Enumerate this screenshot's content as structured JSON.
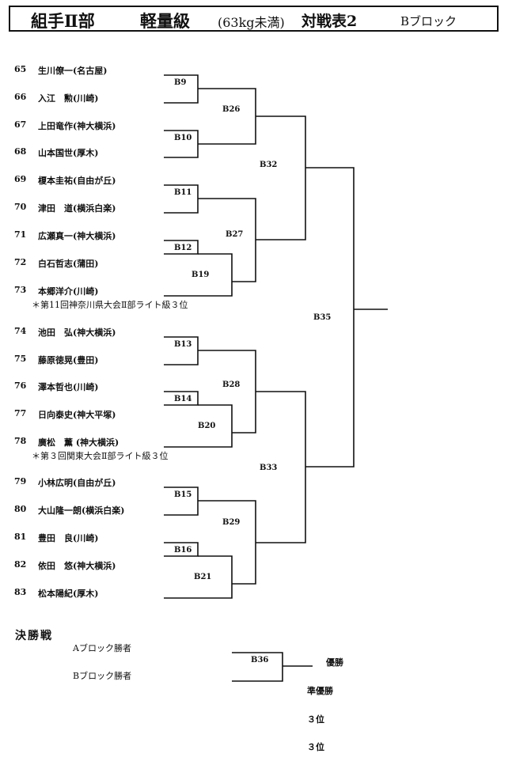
{
  "header": {
    "main": "組手Ⅱ部",
    "weight": "軽量級",
    "limit": "(63kg未満)",
    "table": "対戦表2",
    "block": "Bブロック"
  },
  "players": [
    {
      "num": "65",
      "name": "生川僚一(名古屋)"
    },
    {
      "num": "66",
      "name": "入江　勲(川崎)"
    },
    {
      "num": "67",
      "name": "上田竜作(神大横浜)"
    },
    {
      "num": "68",
      "name": "山本国世(厚木)"
    },
    {
      "num": "69",
      "name": "榎本圭祐(自由が丘)"
    },
    {
      "num": "70",
      "name": "津田　道(横浜白楽)"
    },
    {
      "num": "71",
      "name": "広瀬真一(神大横浜)"
    },
    {
      "num": "72",
      "name": "白石哲志(蒲田)"
    },
    {
      "num": "73",
      "name": "本郷洋介(川崎)"
    },
    {
      "num": "74",
      "name": "池田　弘(神大横浜)"
    },
    {
      "num": "75",
      "name": "藤原徳晃(豊田)"
    },
    {
      "num": "76",
      "name": "澤本哲也(川崎)"
    },
    {
      "num": "77",
      "name": "日向泰史(神大平塚)"
    },
    {
      "num": "78",
      "name": "廣松　薫 (神大横浜)"
    },
    {
      "num": "79",
      "name": "小林広明(自由が丘)"
    },
    {
      "num": "80",
      "name": "大山隆一朗(横浜白楽)"
    },
    {
      "num": "81",
      "name": "豊田　良(川崎)"
    },
    {
      "num": "82",
      "name": "依田　悠(神大横浜)"
    },
    {
      "num": "83",
      "name": "松本陽紀(厚木)"
    }
  ],
  "notes": {
    "p73": "＊第11回神奈川県大会Ⅱ部ライト級３位",
    "p78": "＊第３回関東大会Ⅱ部ライト級３位"
  },
  "matches": {
    "B9": "B9",
    "B10": "B10",
    "B11": "B11",
    "B12": "B12",
    "B13": "B13",
    "B14": "B14",
    "B15": "B15",
    "B16": "B16",
    "B19": "B19",
    "B20": "B20",
    "B21": "B21",
    "B26": "B26",
    "B27": "B27",
    "B28": "B28",
    "B29": "B29",
    "B32": "B32",
    "B33": "B33",
    "B35": "B35",
    "B36": "B36"
  },
  "final": {
    "title": "決勝戦",
    "a_winner": "Aブロック勝者",
    "b_winner": "Bブロック勝者",
    "champion": "優勝",
    "runner_up": "準優勝",
    "third_1": "３位",
    "third_2": "３位"
  }
}
